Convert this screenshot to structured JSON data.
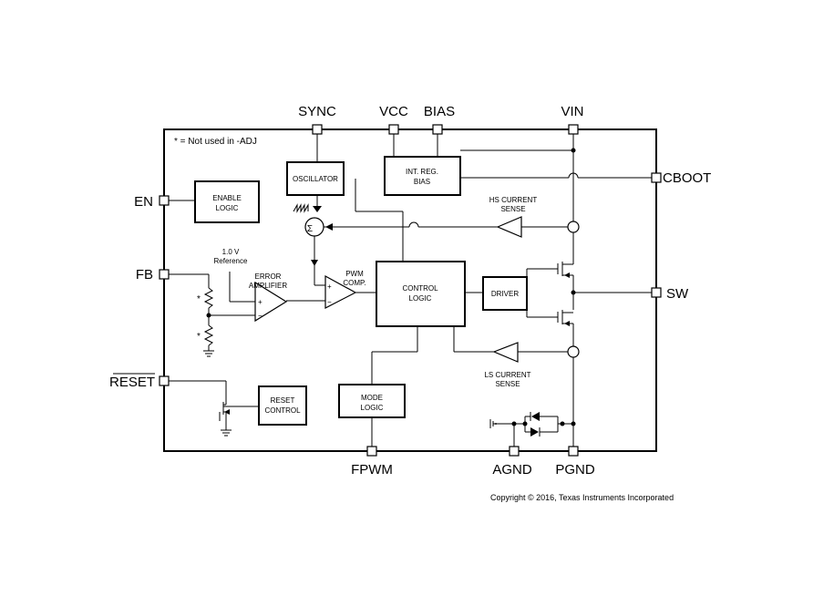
{
  "pins": {
    "sync": "SYNC",
    "vcc": "VCC",
    "bias": "BIAS",
    "vin": "VIN",
    "cboot": "CBOOT",
    "en": "EN",
    "fb": "FB",
    "sw": "SW",
    "reset": "RESET",
    "fpwm": "FPWM",
    "agnd": "AGND",
    "pgnd": "PGND"
  },
  "note": "* = Not used in -ADJ",
  "blocks": {
    "oscillator": "OSCILLATOR",
    "int_reg": [
      "INT. REG.",
      "BIAS"
    ],
    "enable_logic": [
      "ENABLE",
      "LOGIC"
    ],
    "control_logic": [
      "CONTROL",
      "LOGIC"
    ],
    "driver": "DRIVER",
    "reset_control": [
      "RESET",
      "CONTROL"
    ],
    "mode_logic": [
      "MODE",
      "LOGIC"
    ]
  },
  "labels": {
    "hs_current_sense": [
      "HS CURRENT",
      "SENSE"
    ],
    "ls_current_sense": [
      "LS CURRENT",
      "SENSE"
    ],
    "reference": [
      "1.0 V",
      "Reference"
    ],
    "error_amplifier": [
      "ERROR",
      "AMPLIFIER"
    ],
    "pwm_comp": [
      "PWM",
      "COMP."
    ],
    "sigma": "Σ",
    "plus": "+",
    "minus": "−",
    "star": "*"
  },
  "copyright": "Copyright © 2016, Texas Instruments Incorporated"
}
